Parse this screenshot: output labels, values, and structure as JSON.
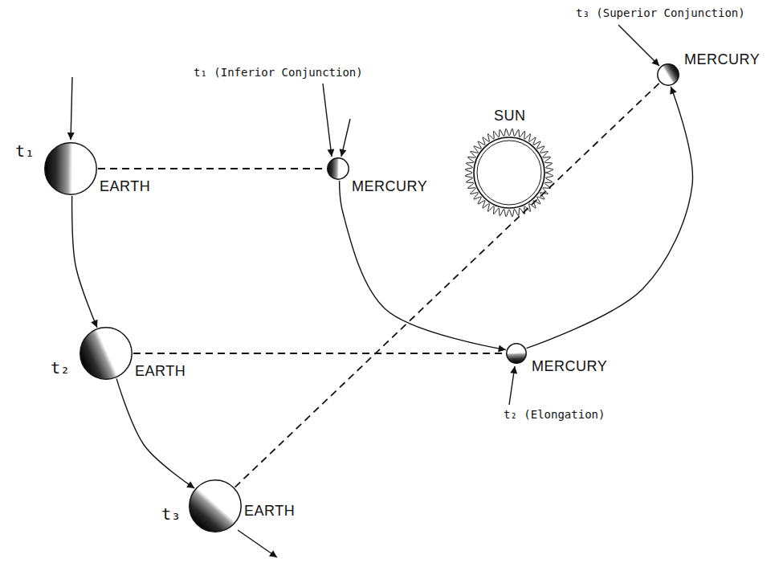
{
  "diagram": {
    "nodes": [
      {
        "text": [
          "MERCURY"
        ]
      },
      {
        "text": [
          "SUN"
        ]
      },
      {
        "text": [
          "EARTH"
        ]
      },
      {
        "text": [
          "MERCURY"
        ]
      },
      {
        "text": [
          "EARTH"
        ]
      },
      {
        "text": [
          "MERCURY"
        ]
      },
      {
        "text": [
          "EARTH"
        ]
      }
    ],
    "edges": [
      {
        "from": 2,
        "to": 3,
        "arrow": "none"
      },
      {
        "from": 4,
        "to": 5,
        "arrow": "none"
      },
      {
        "from": 6,
        "to": 0,
        "arrow": "none"
      },
      {
        "from": 2,
        "to": 4,
        "arrow": "to"
      },
      {
        "from": 4,
        "to": 6,
        "arrow": "to"
      },
      {
        "from": 3,
        "to": 5,
        "arrow": "to"
      },
      {
        "from": 5,
        "to": 0,
        "arrow": "to"
      }
    ],
    "labels": [
      "t₃ (Superior Conjunction)",
      "t₁ (Inferior Conjunction)",
      "t₁",
      "t₂",
      "t₂ (Elongation)",
      "t₃"
    ]
  }
}
